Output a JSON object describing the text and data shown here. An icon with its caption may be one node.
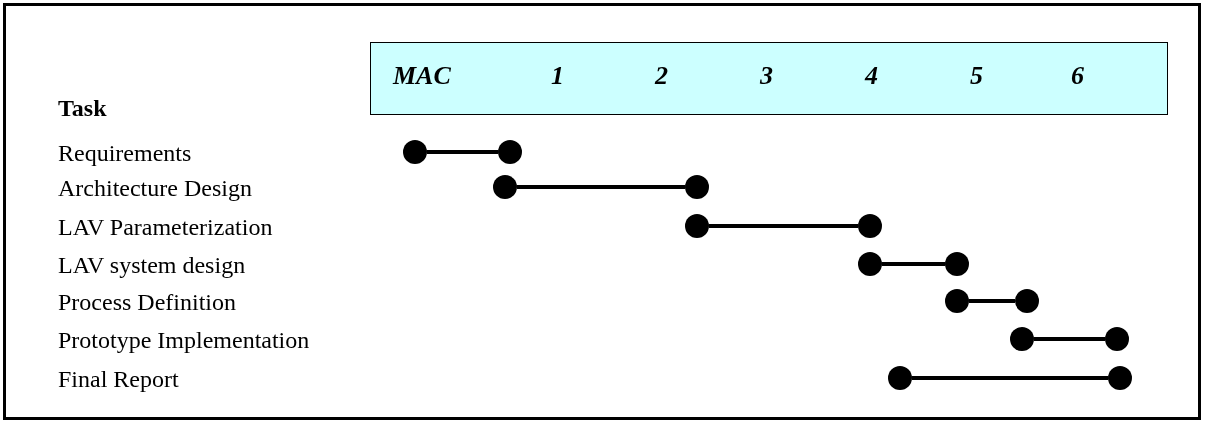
{
  "diagram": {
    "nodes": [
      {
        "text": [
          "MAC",
          "1",
          "2",
          "3",
          "4",
          "5",
          "6"
        ]
      },
      {
        "text": [],
        "shape": "circle"
      },
      {
        "text": [],
        "shape": "circle"
      },
      {
        "text": [],
        "shape": "circle"
      },
      {
        "text": [],
        "shape": "circle"
      },
      {
        "text": [],
        "shape": "circle"
      },
      {
        "text": [],
        "shape": "circle"
      },
      {
        "text": [],
        "shape": "circle"
      },
      {
        "text": [],
        "shape": "circle"
      },
      {
        "text": [],
        "shape": "circle"
      },
      {
        "text": [],
        "shape": "circle"
      },
      {
        "text": [],
        "shape": "circle"
      },
      {
        "text": [],
        "shape": "circle"
      },
      {
        "text": [],
        "shape": "circle"
      },
      {
        "text": [],
        "shape": "circle"
      }
    ],
    "edges": [
      {
        "from": 1,
        "to": 2,
        "arrow": "none"
      },
      {
        "from": 3,
        "to": 4,
        "arrow": "none"
      },
      {
        "from": 5,
        "to": 6,
        "arrow": "none"
      },
      {
        "from": 7,
        "to": 8,
        "arrow": "none"
      },
      {
        "from": 9,
        "to": 10,
        "arrow": "none"
      },
      {
        "from": 11,
        "to": 12,
        "arrow": "none"
      },
      {
        "from": 13,
        "to": 14,
        "arrow": "none"
      }
    ],
    "labels": [
      "Task",
      "Requirements",
      "Architecture Design",
      "LAV Parameterization",
      "LAV system design",
      "Process Definition",
      "Prototype Implementation",
      "Final Report"
    ]
  }
}
